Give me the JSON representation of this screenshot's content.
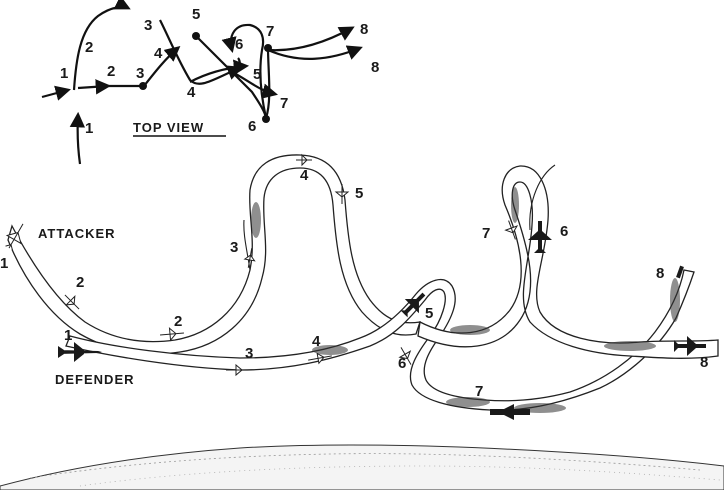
{
  "labels": {
    "top_view": "TOP VIEW",
    "attacker": "ATTACKER",
    "defender": "DEFENDER"
  },
  "top_view_numbers": {
    "a1_left": "1",
    "a1_bottom": "1",
    "a2_upper": "2",
    "a2_mid": "2",
    "a3_upper": "3",
    "a3_mid": "3",
    "a4_upper": "4",
    "a4_lower": "4",
    "a5_top": "5",
    "a5_mid": "5",
    "a6_upper": "6",
    "a6_lower": "6",
    "a7_upper": "7",
    "a7_lower": "7",
    "a8_upper": "8",
    "a8_lower": "8"
  },
  "side_numbers": {
    "att1": "1",
    "att2": "2",
    "att3": "3",
    "att4": "4",
    "att5": "5",
    "att6": "6",
    "att7": "7",
    "att8": "8",
    "def1": "1",
    "def2": "2",
    "def3": "3",
    "def4": "4",
    "def5": "5",
    "def6": "6",
    "def7": "7",
    "def8": "8"
  },
  "colors": {
    "ink": "#1a1a1a",
    "paper": "#ffffff"
  }
}
